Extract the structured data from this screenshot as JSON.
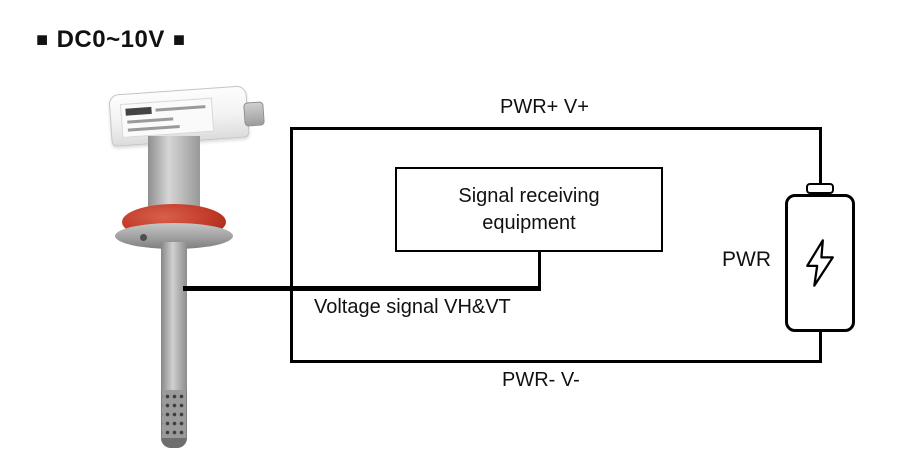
{
  "page": {
    "title": "DC0~10V",
    "title_marker": "■"
  },
  "diagram": {
    "signal_box": {
      "line1": "Signal receiving",
      "line2": "equipment"
    },
    "wires": {
      "positive": "PWR+ V+",
      "negative": "PWR- V-",
      "signal": "Voltage signal VH&VT"
    },
    "power_supply": {
      "label": "PWR"
    },
    "colors": {
      "line": "#000000",
      "background": "#ffffff",
      "sensor_gasket": "#c13a28"
    }
  }
}
